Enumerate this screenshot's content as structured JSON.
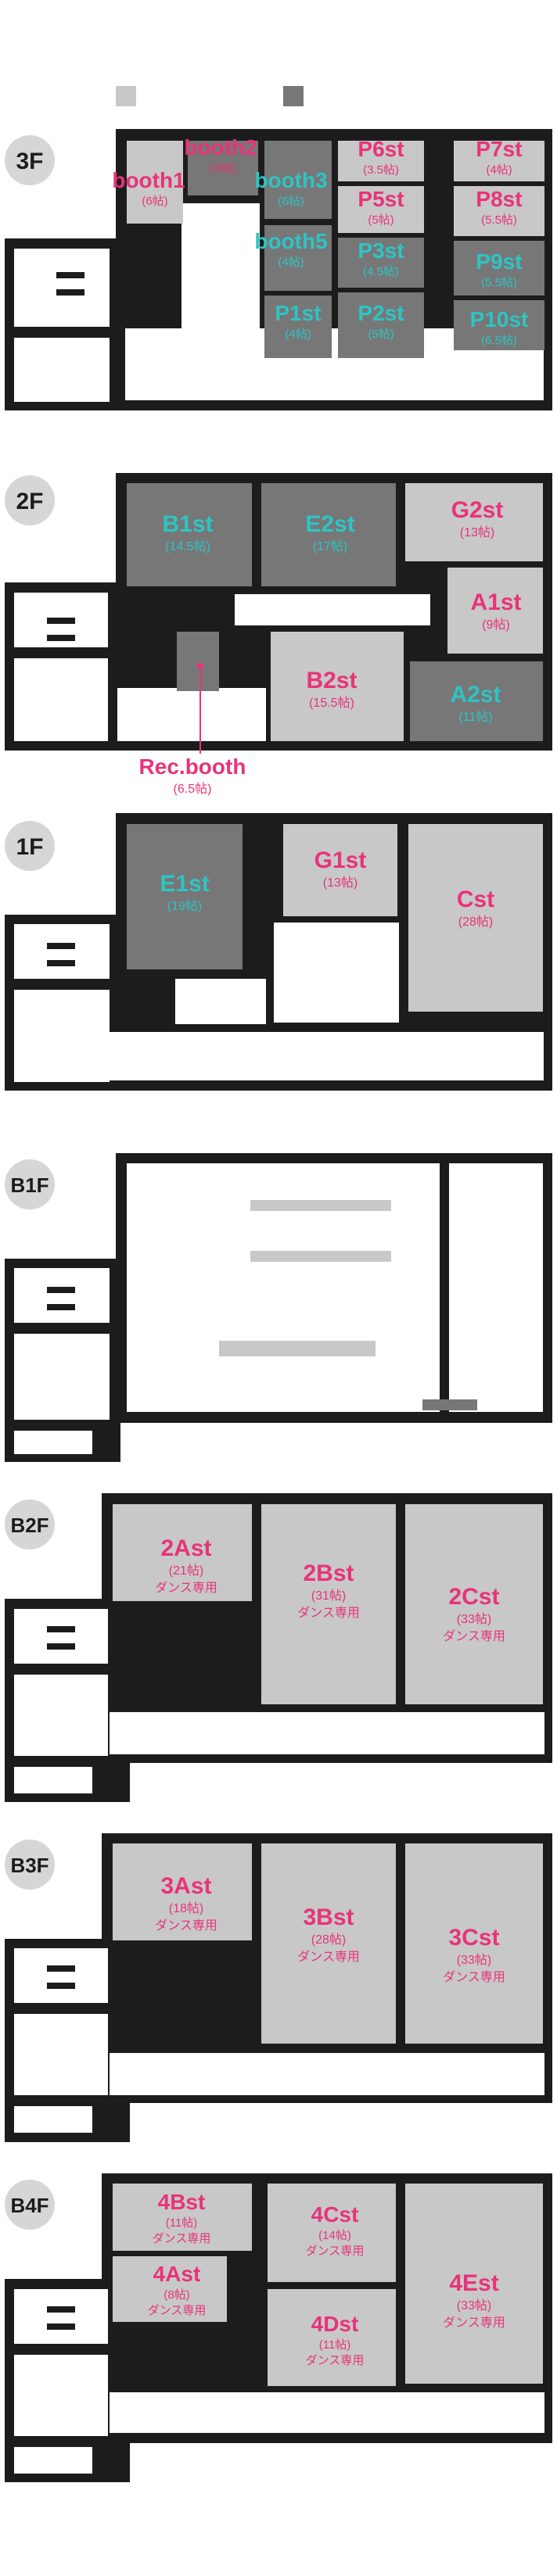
{
  "legend": [
    {
      "color": "#c8c8c8",
      "label": ""
    },
    {
      "color": "#777777",
      "label": ""
    }
  ],
  "colors": {
    "wall": "#1c1c1c",
    "room_light": "#c8c8c8",
    "room_dark": "#777777",
    "label_pink": "#e8337a",
    "label_cyan": "#2ec4c4",
    "floor_badge": "#d6d6d6"
  },
  "floors": [
    {
      "name": "3F",
      "rooms": [
        {
          "name": "booth1",
          "size": "(6帖)",
          "tone": "light",
          "label_color": "pink"
        },
        {
          "name": "booth2",
          "size": "(4帖)",
          "tone": "dark",
          "label_color": "pink"
        },
        {
          "name": "booth3",
          "size": "(6帖)",
          "tone": "dark",
          "label_color": "cyan"
        },
        {
          "name": "booth5",
          "size": "(4帖)",
          "tone": "dark",
          "label_color": "cyan"
        },
        {
          "name": "P6st",
          "size": "(3.5帖)",
          "tone": "light",
          "label_color": "pink"
        },
        {
          "name": "P5st",
          "size": "(5帖)",
          "tone": "light",
          "label_color": "pink"
        },
        {
          "name": "P3st",
          "size": "(4.5帖)",
          "tone": "dark",
          "label_color": "cyan"
        },
        {
          "name": "P1st",
          "size": "(4帖)",
          "tone": "dark",
          "label_color": "cyan"
        },
        {
          "name": "P2st",
          "size": "(5帖)",
          "tone": "dark",
          "label_color": "cyan"
        },
        {
          "name": "P7st",
          "size": "(4帖)",
          "tone": "light",
          "label_color": "pink"
        },
        {
          "name": "P8st",
          "size": "(5.5帖)",
          "tone": "light",
          "label_color": "pink"
        },
        {
          "name": "P9st",
          "size": "(5.5帖)",
          "tone": "dark",
          "label_color": "cyan"
        },
        {
          "name": "P10st",
          "size": "(6.5帖)",
          "tone": "dark",
          "label_color": "cyan"
        }
      ]
    },
    {
      "name": "2F",
      "rooms": [
        {
          "name": "B1st",
          "size": "(14.5帖)",
          "tone": "dark",
          "label_color": "cyan"
        },
        {
          "name": "E2st",
          "size": "(17帖)",
          "tone": "dark",
          "label_color": "cyan"
        },
        {
          "name": "G2st",
          "size": "(13帖)",
          "tone": "light",
          "label_color": "pink"
        },
        {
          "name": "A1st",
          "size": "(9帖)",
          "tone": "light",
          "label_color": "pink"
        },
        {
          "name": "B2st",
          "size": "(15.5帖)",
          "tone": "light",
          "label_color": "pink"
        },
        {
          "name": "A2st",
          "size": "(11帖)",
          "tone": "dark",
          "label_color": "cyan"
        },
        {
          "name": "Rec.booth",
          "size": "(6.5帖)",
          "tone": "dark",
          "label_color": "pink"
        }
      ]
    },
    {
      "name": "1F",
      "rooms": [
        {
          "name": "E1st",
          "size": "(19帖)",
          "tone": "dark",
          "label_color": "cyan"
        },
        {
          "name": "G1st",
          "size": "(13帖)",
          "tone": "light",
          "label_color": "pink"
        },
        {
          "name": "Cst",
          "size": "(28帖)",
          "tone": "light",
          "label_color": "pink"
        }
      ]
    },
    {
      "name": "B1F",
      "rooms": []
    },
    {
      "name": "B2F",
      "rooms": [
        {
          "name": "2Ast",
          "size": "(21帖)",
          "note": "ダンス専用",
          "tone": "light",
          "label_color": "pink"
        },
        {
          "name": "2Bst",
          "size": "(31帖)",
          "note": "ダンス専用",
          "tone": "light",
          "label_color": "pink"
        },
        {
          "name": "2Cst",
          "size": "(33帖)",
          "note": "ダンス専用",
          "tone": "light",
          "label_color": "pink"
        }
      ]
    },
    {
      "name": "B3F",
      "rooms": [
        {
          "name": "3Ast",
          "size": "(18帖)",
          "note": "ダンス専用",
          "tone": "light",
          "label_color": "pink"
        },
        {
          "name": "3Bst",
          "size": "(28帖)",
          "note": "ダンス専用",
          "tone": "light",
          "label_color": "pink"
        },
        {
          "name": "3Cst",
          "size": "(33帖)",
          "note": "ダンス専用",
          "tone": "light",
          "label_color": "pink"
        }
      ]
    },
    {
      "name": "B4F",
      "rooms": [
        {
          "name": "4Bst",
          "size": "(11帖)",
          "note": "ダンス専用",
          "tone": "light",
          "label_color": "pink"
        },
        {
          "name": "4Ast",
          "size": "(8帖)",
          "note": "ダンス専用",
          "tone": "light",
          "label_color": "pink"
        },
        {
          "name": "4Cst",
          "size": "(14帖)",
          "note": "ダンス専用",
          "tone": "light",
          "label_color": "pink"
        },
        {
          "name": "4Dst",
          "size": "(11帖)",
          "note": "ダンス専用",
          "tone": "light",
          "label_color": "pink"
        },
        {
          "name": "4Est",
          "size": "(33帖)",
          "note": "ダンス専用",
          "tone": "light",
          "label_color": "pink"
        }
      ]
    }
  ]
}
